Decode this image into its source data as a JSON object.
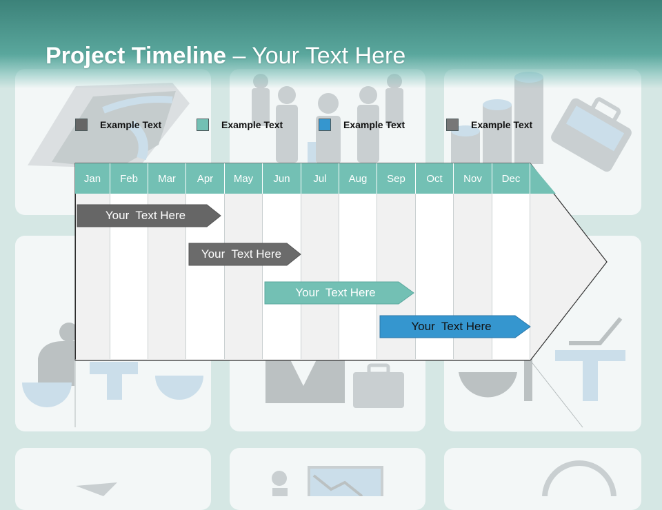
{
  "title": {
    "bold": "Project Timeline",
    "rest": " – Your Text Here"
  },
  "legend": [
    {
      "label": "Example Text",
      "color": "#666666"
    },
    {
      "label": "Example Text",
      "color": "#73c0b4"
    },
    {
      "label": "Example Text",
      "color": "#3596cf"
    },
    {
      "label": "Example Text",
      "color": "#777777"
    }
  ],
  "months": [
    "Jan",
    "Feb",
    "Mar",
    "Apr",
    "May",
    "Jun",
    "Jul",
    "Aug",
    "Sep",
    "Oct",
    "Nov",
    "Dec"
  ],
  "tasks": [
    {
      "label": "Your  Text Here",
      "color": "#666666"
    },
    {
      "label": "Your  Text Here",
      "color": "#6b6b6b"
    },
    {
      "label": "Your  Text Here",
      "color": "#73c0b4"
    },
    {
      "label": "Your  Text Here",
      "color": "#3596cf"
    }
  ],
  "colors": {
    "header": "#3c8279",
    "month_header": "#73c0b4",
    "column_shaded": "#f1f1f1",
    "column_white": "#ffffff",
    "background": "#d5e7e4"
  }
}
